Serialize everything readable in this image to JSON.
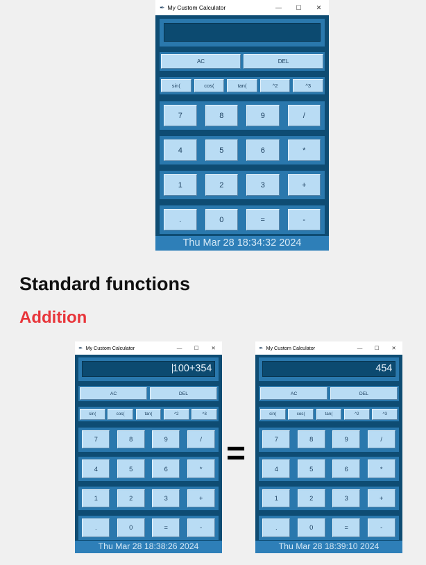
{
  "window": {
    "title": "My Custom Calculator",
    "minimize": "—",
    "maximize": "☐",
    "close": "✕"
  },
  "buttons": {
    "row_clear": [
      "AC",
      "DEL"
    ],
    "row_func": [
      "sin(",
      "cos(",
      "tan(",
      "^2",
      "^3"
    ],
    "keypad": [
      [
        "7",
        "8",
        "9",
        "/"
      ],
      [
        "4",
        "5",
        "6",
        "*"
      ],
      [
        "1",
        "2",
        "3",
        "+"
      ],
      [
        ".",
        "0",
        "=",
        "-"
      ]
    ]
  },
  "calculators": [
    {
      "display": "",
      "footer": "Thu Mar 28 18:34:32 2024",
      "cursor": false
    },
    {
      "display": "100+354",
      "footer": "Thu Mar 28 18:38:26 2024",
      "cursor": true
    },
    {
      "display": "454",
      "footer": "Thu Mar 28 18:39:10 2024",
      "cursor": false
    }
  ],
  "heading": "Standard functions",
  "subheading": "Addition",
  "equals_sign": "="
}
